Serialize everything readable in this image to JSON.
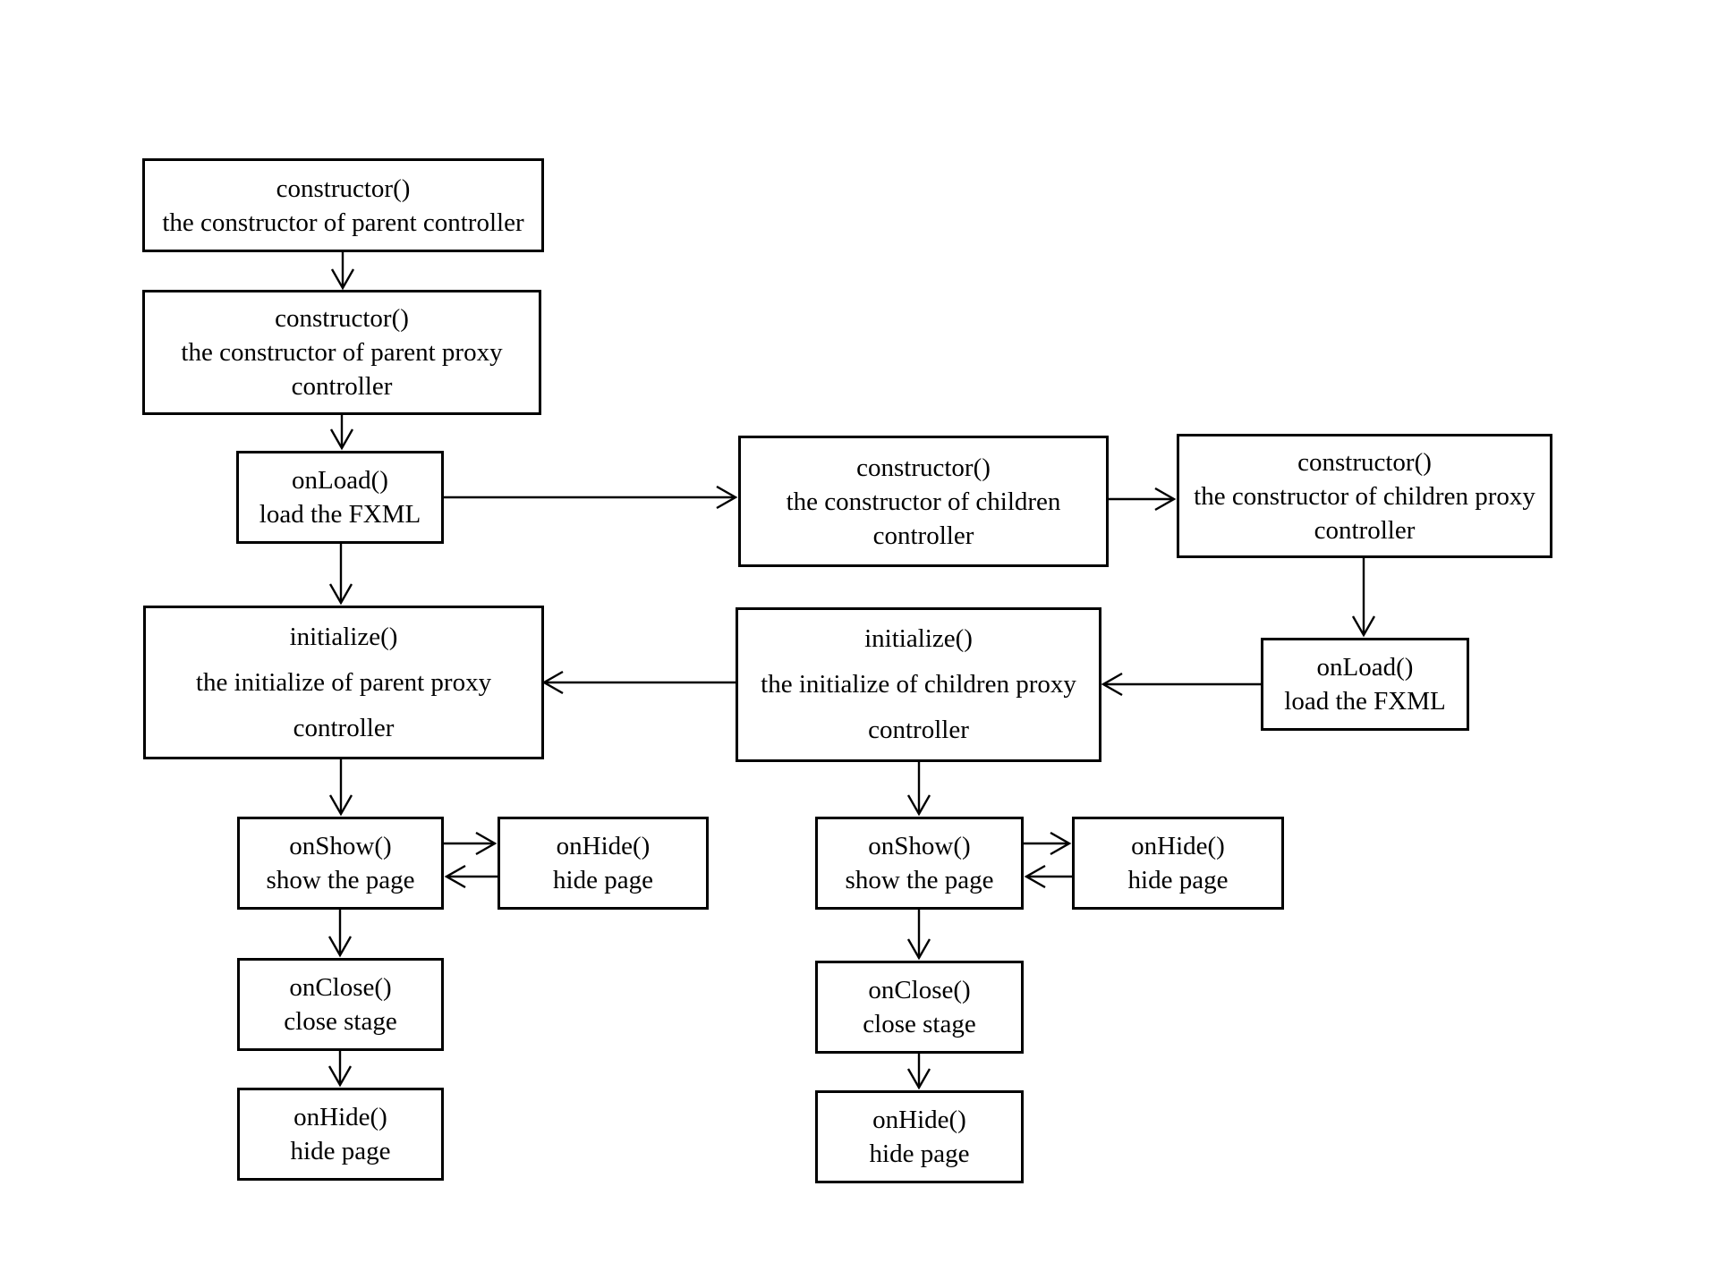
{
  "diagram": {
    "type": "flowchart",
    "colors": {
      "background": "#ffffff",
      "box_fill": "#ffffff",
      "box_border": "#000000",
      "text": "#000000",
      "arrow": "#000000"
    },
    "boxes": [
      {
        "id": "constructor-parent-controller",
        "lines": [
          "constructor()",
          "the constructor of parent controller"
        ]
      },
      {
        "id": "constructor-parent-proxy-controller",
        "lines": [
          "constructor()",
          "the constructor of parent proxy",
          "controller"
        ]
      },
      {
        "id": "onload-parent",
        "lines": [
          "onLoad()",
          "load the FXML"
        ]
      },
      {
        "id": "constructor-children-controller",
        "lines": [
          "constructor()",
          "the constructor of children",
          "controller"
        ]
      },
      {
        "id": "constructor-children-proxy-controller",
        "lines": [
          "constructor()",
          "the constructor of children proxy",
          "controller"
        ]
      },
      {
        "id": "initialize-parent-proxy",
        "lines": [
          "initialize()",
          "the initialize of parent proxy",
          "controller"
        ]
      },
      {
        "id": "initialize-children-proxy",
        "lines": [
          "initialize()",
          "the initialize of children proxy",
          "controller"
        ]
      },
      {
        "id": "onload-children",
        "lines": [
          "onLoad()",
          "load the FXML"
        ]
      },
      {
        "id": "onshow-parent",
        "lines": [
          "onShow()",
          "show the page"
        ]
      },
      {
        "id": "onhide-parent",
        "lines": [
          "onHide()",
          "hide page"
        ]
      },
      {
        "id": "onshow-children",
        "lines": [
          "onShow()",
          "show the page"
        ]
      },
      {
        "id": "onhide-children",
        "lines": [
          "onHide()",
          "hide page"
        ]
      },
      {
        "id": "onclose-parent",
        "lines": [
          "onClose()",
          "close stage"
        ]
      },
      {
        "id": "onclose-children",
        "lines": [
          "onClose()",
          "close stage"
        ]
      },
      {
        "id": "onhide-final-parent",
        "lines": [
          "onHide()",
          "hide page"
        ]
      },
      {
        "id": "onhide-final-children",
        "lines": [
          "onHide()",
          "hide page"
        ]
      }
    ],
    "edges": [
      {
        "from": "constructor-parent-controller",
        "to": "constructor-parent-proxy-controller"
      },
      {
        "from": "constructor-parent-proxy-controller",
        "to": "onload-parent"
      },
      {
        "from": "onload-parent",
        "to": "constructor-children-controller"
      },
      {
        "from": "constructor-children-controller",
        "to": "constructor-children-proxy-controller"
      },
      {
        "from": "constructor-children-proxy-controller",
        "to": "onload-children"
      },
      {
        "from": "onload-children",
        "to": "initialize-children-proxy"
      },
      {
        "from": "initialize-children-proxy",
        "to": "initialize-parent-proxy"
      },
      {
        "from": "onload-parent",
        "to": "initialize-parent-proxy"
      },
      {
        "from": "initialize-parent-proxy",
        "to": "onshow-parent"
      },
      {
        "from": "onshow-parent",
        "to": "onhide-parent"
      },
      {
        "from": "onhide-parent",
        "to": "onshow-parent"
      },
      {
        "from": "onshow-parent",
        "to": "onclose-parent"
      },
      {
        "from": "onclose-parent",
        "to": "onhide-final-parent"
      },
      {
        "from": "initialize-children-proxy",
        "to": "onshow-children"
      },
      {
        "from": "onshow-children",
        "to": "onhide-children"
      },
      {
        "from": "onhide-children",
        "to": "onshow-children"
      },
      {
        "from": "onshow-children",
        "to": "onclose-children"
      },
      {
        "from": "onclose-children",
        "to": "onhide-final-children"
      }
    ]
  }
}
